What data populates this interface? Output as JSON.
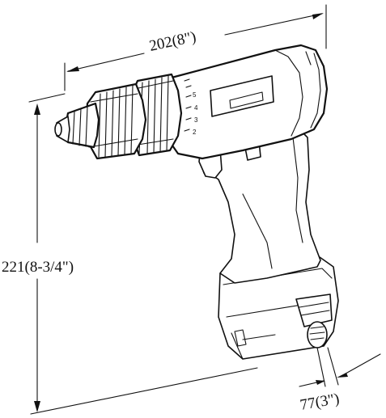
{
  "dimensions": {
    "length": "202(8\")",
    "height": "221(8-3/4\")",
    "width": "77(3\")"
  },
  "speed_scale": [
    "5",
    "4",
    "3",
    "2"
  ]
}
